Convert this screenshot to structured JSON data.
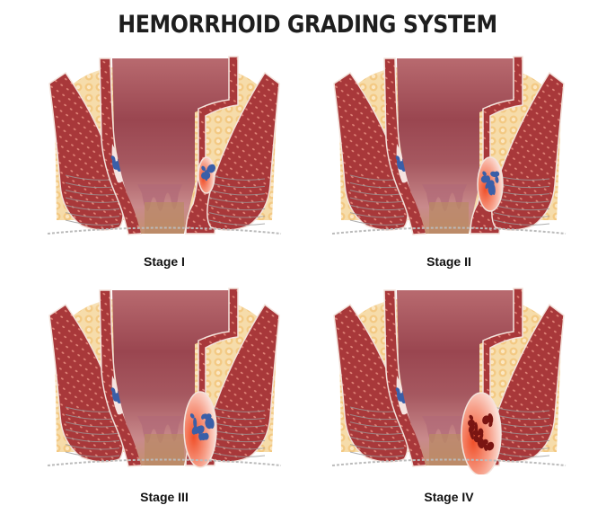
{
  "title": "HEMORRHOID GRADING SYSTEM",
  "colors": {
    "muscle": "#a8383a",
    "muscle_dark": "#7e2326",
    "muscle_fleck": "#e2877b",
    "lumen": "#9a4650",
    "lumen_light": "#c98a8c",
    "fat": "#f3cf92",
    "canal": "#b98a66",
    "vein": "#3a5fa8",
    "inflamed": "#f0502a",
    "outline": "#f3e3dc",
    "fiber": "#9b9b9b",
    "title_text": "#1e1e1e"
  },
  "panels": [
    {
      "id": "stage-1",
      "label": "Stage I",
      "position": "top-left",
      "severity": 1
    },
    {
      "id": "stage-2",
      "label": "Stage II",
      "position": "top-right",
      "severity": 2
    },
    {
      "id": "stage-3",
      "label": "Stage III",
      "position": "bottom-left",
      "severity": 3
    },
    {
      "id": "stage-4",
      "label": "Stage IV",
      "position": "bottom-right",
      "severity": 4
    }
  ]
}
